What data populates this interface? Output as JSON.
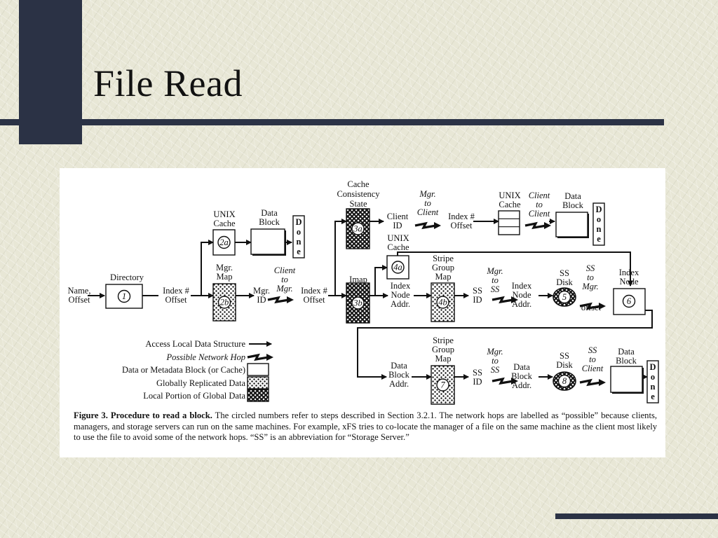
{
  "slide": {
    "title": "File Read"
  },
  "figure": {
    "start_label": [
      "Name,",
      "Offset"
    ],
    "done_letters": [
      "D",
      "o",
      "n",
      "e"
    ],
    "nodes": {
      "directory": "Directory",
      "step_1": "1",
      "index_offset_1": [
        "Index #",
        "Offset"
      ],
      "unix_cache_top": [
        "UNIX",
        "Cache"
      ],
      "step_2a": "2a",
      "data_block_top": [
        "Data",
        "Block"
      ],
      "mgr_map": [
        "Mgr.",
        "Map"
      ],
      "step_2b": "2b",
      "mgr_id": [
        "Mgr.",
        "ID"
      ],
      "hop_client_to_mgr": [
        "Client",
        "to",
        "Mgr."
      ],
      "index_offset_2": [
        "Index #",
        "Offset"
      ],
      "cache_consistency": [
        "Cache",
        "Consistency",
        "State"
      ],
      "step_3a": "3a",
      "client_id": [
        "Client",
        "ID"
      ],
      "hop_mgr_to_client": [
        "Mgr.",
        "to",
        "Client"
      ],
      "index_offset_3": [
        "Index #",
        "Offset"
      ],
      "unix_cache_right": [
        "UNIX",
        "Cache"
      ],
      "hop_client_to_client": [
        "Client",
        "to",
        "Client"
      ],
      "data_block_right": [
        "Data",
        "Block"
      ],
      "imap": "Imap",
      "step_3b": "3b",
      "unix_cache_mid": [
        "UNIX",
        "Cache"
      ],
      "step_4a": "4a",
      "index_node_addr_1": [
        "Index",
        "Node",
        "Addr."
      ],
      "stripe_group_map_1": [
        "Stripe",
        "Group",
        "Map"
      ],
      "step_4b": "4b",
      "ss_id_1": [
        "SS",
        "ID"
      ],
      "hop_mgr_to_ss_1": [
        "Mgr.",
        "to",
        "SS"
      ],
      "index_node_addr_2": [
        "Index",
        "Node",
        "Addr."
      ],
      "ss_disk_1": [
        "SS",
        "Disk"
      ],
      "step_5": "5",
      "hop_ss_to_mgr": [
        "SS",
        "to",
        "Mgr."
      ],
      "offset": "offset",
      "index_node": [
        "Index",
        "Node"
      ],
      "step_6": "6",
      "data_block_addr_1": [
        "Data",
        "Block",
        "Addr."
      ],
      "stripe_group_map_2": [
        "Stripe",
        "Group",
        "Map"
      ],
      "step_7": "7",
      "ss_id_2": [
        "SS",
        "ID"
      ],
      "hop_mgr_to_ss_2": [
        "Mgr.",
        "to",
        "SS"
      ],
      "data_block_addr_2": [
        "Data",
        "Block",
        "Addr."
      ],
      "ss_disk_2": [
        "SS",
        "Disk"
      ],
      "step_8": "8",
      "hop_ss_to_client": [
        "SS",
        "to",
        "Client"
      ],
      "data_block_final": [
        "Data",
        "Block"
      ]
    },
    "legend": {
      "access_local": "Access Local Data Structure",
      "network_hop": "Possible Network Hop",
      "data_block": "Data or Metadata Block (or Cache)",
      "globally_replicated": "Globally Replicated Data",
      "local_portion": "Local Portion of Global Data"
    },
    "caption": {
      "bold": "Figure 3. Procedure to read a block.",
      "text": "The circled numbers refer to steps described in Section 3.2.1. The network hops are labelled as “possible” because clients, managers, and storage servers can run on the same machines. For example, xFS tries to co-locate the manager of a file on the same machine as the client most likely to use the file to avoid some of the network hops. “SS” is an abbreviation for “Storage Server.”"
    }
  }
}
